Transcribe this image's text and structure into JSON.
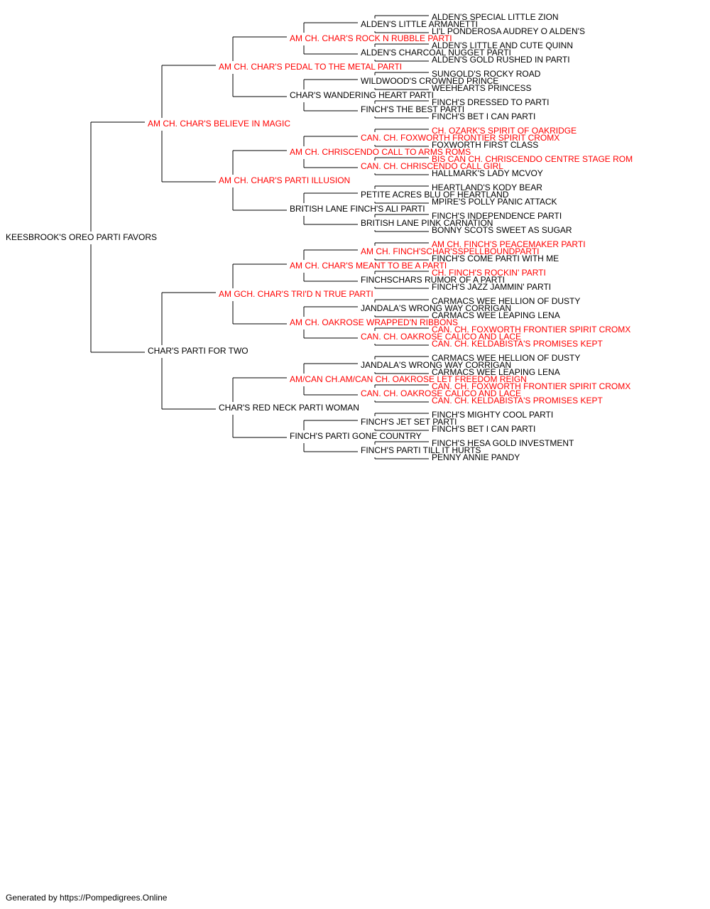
{
  "colors": {
    "champion": "#ff0000",
    "normal": "#000000"
  },
  "footer": "Generated by https://Pompedigrees.Online",
  "tree": {
    "name": "KEESBROOK'S OREO PARTI FAVORS",
    "champion": false,
    "sire": {
      "name": "AM CH. CHAR'S BELIEVE IN MAGIC",
      "champion": true,
      "sire": {
        "name": "AM CH. CHAR'S PEDAL TO THE METAL PARTI",
        "champion": true,
        "sire": {
          "name": "AM CH. CHAR'S ROCK N RUBBLE PARTI",
          "champion": true,
          "sire": {
            "name": "ALDEN'S LITTLE ARMANETTI",
            "champion": false,
            "sire": {
              "name": "ALDEN'S SPECIAL LITTLE ZION",
              "champion": false
            },
            "dam": {
              "name": "LI'L PONDEROSA AUDREY O ALDEN'S",
              "champion": false
            }
          },
          "dam": {
            "name": "ALDEN'S CHARCOAL NUGGET PARTI",
            "champion": false,
            "sire": {
              "name": "ALDEN'S LITTLE AND CUTE QUINN",
              "champion": false
            },
            "dam": {
              "name": "ALDEN'S GOLD RUSHED IN PARTI",
              "champion": false
            }
          }
        },
        "dam": {
          "name": "CHAR'S WANDERING HEART PARTI",
          "champion": false,
          "sire": {
            "name": "WILDWOOD'S CROWNED PRINCE",
            "champion": false,
            "sire": {
              "name": "SUNGOLD'S ROCKY ROAD",
              "champion": false
            },
            "dam": {
              "name": "WEEHEARTS PRINCESS",
              "champion": false
            }
          },
          "dam": {
            "name": "FINCH'S THE BEST PARTI",
            "champion": false,
            "sire": {
              "name": "FINCH'S DRESSED TO PARTI",
              "champion": false
            },
            "dam": {
              "name": "FINCH'S BET I CAN PARTI",
              "champion": false
            }
          }
        }
      },
      "dam": {
        "name": "AM CH. CHAR'S PARTI ILLUSION",
        "champion": true,
        "sire": {
          "name": "AM CH. CHRISCENDO CALL TO ARMS ROMS",
          "champion": true,
          "sire": {
            "name": "CAN. CH. FOXWORTH FRONTIER SPIRIT CROMX",
            "champion": true,
            "sire": {
              "name": "CH. OZARK'S SPIRIT OF OAKRIDGE",
              "champion": true
            },
            "dam": {
              "name": "FOXWORTH FIRST CLASS",
              "champion": false
            }
          },
          "dam": {
            "name": "CAN. CH. CHRISCENDO CALL GIRL",
            "champion": true,
            "sire": {
              "name": "BIS CAN CH. CHRISCENDO CENTRE STAGE ROM",
              "champion": true
            },
            "dam": {
              "name": "HALLMARK'S LADY MCVOY",
              "champion": false
            }
          }
        },
        "dam": {
          "name": "BRITISH LANE FINCH'S ALI PARTI",
          "champion": false,
          "sire": {
            "name": "PETITE ACRES BLU OF HEARTLAND",
            "champion": false,
            "sire": {
              "name": "HEARTLAND'S KODY BEAR",
              "champion": false
            },
            "dam": {
              "name": "MPIRE'S POLLY PANIC ATTACK",
              "champion": false
            }
          },
          "dam": {
            "name": "BRITISH LANE PINK CARNATION",
            "champion": false,
            "sire": {
              "name": "FINCH'S INDEPENDENCE PARTI",
              "champion": false
            },
            "dam": {
              "name": "BONNY SCOTS SWEET AS SUGAR",
              "champion": false
            }
          }
        }
      }
    },
    "dam": {
      "name": "CHAR'S PARTI FOR TWO",
      "champion": false,
      "sire": {
        "name": "AM GCH. CHAR'S TRI'D N TRUE PARTI",
        "champion": true,
        "sire": {
          "name": "AM CH. CHAR'S MEANT TO BE A PARTI",
          "champion": true,
          "sire": {
            "name": "AM CH. FINCH'SCHAR'SSPELLBOUNDPARTI",
            "champion": true,
            "sire": {
              "name": "AM CH. FINCH'S PEACEMAKER PARTI",
              "champion": true
            },
            "dam": {
              "name": "FINCH'S COME PARTI WITH ME",
              "champion": false
            }
          },
          "dam": {
            "name": "FINCHSCHARS RUMOR OF A PARTI",
            "champion": false,
            "sire": {
              "name": "CH. FINCH'S ROCKIN' PARTI",
              "champion": true
            },
            "dam": {
              "name": "FINCH'S JAZZ JAMMIN' PARTI",
              "champion": false
            }
          }
        },
        "dam": {
          "name": "AM CH. OAKROSE WRAPPED'N RIBBONS",
          "champion": true,
          "sire": {
            "name": "JANDALA'S WRONG WAY CORRIGAN",
            "champion": false,
            "sire": {
              "name": "CARMACS WEE HELLION OF DUSTY",
              "champion": false
            },
            "dam": {
              "name": "CARMACS WEE LEAPING LENA",
              "champion": false
            }
          },
          "dam": {
            "name": "CAN. CH. OAKROSE CALICO AND LACE",
            "champion": true,
            "sire": {
              "name": "CAN. CH. FOXWORTH FRONTIER SPIRIT CROMX",
              "champion": true
            },
            "dam": {
              "name": "CAN. CH. KELDABISTA'S PROMISES KEPT",
              "champion": true
            }
          }
        }
      },
      "dam": {
        "name": "CHAR'S RED NECK PARTI WOMAN",
        "champion": false,
        "sire": {
          "name": "AM/CAN CH.AM/CAN CH. OAKROSE LET FREEDOM REIGN",
          "champion": true,
          "sire": {
            "name": "JANDALA'S WRONG WAY CORRIGAN",
            "champion": false,
            "sire": {
              "name": "CARMACS WEE HELLION OF DUSTY",
              "champion": false
            },
            "dam": {
              "name": "CARMACS WEE LEAPING LENA",
              "champion": false
            }
          },
          "dam": {
            "name": "CAN. CH. OAKROSE CALICO AND LACE",
            "champion": true,
            "sire": {
              "name": "CAN. CH. FOXWORTH FRONTIER SPIRIT CROMX",
              "champion": true
            },
            "dam": {
              "name": "CAN. CH. KELDABISTA'S PROMISES KEPT",
              "champion": true
            }
          }
        },
        "dam": {
          "name": "FINCH'S PARTI GONE COUNTRY",
          "champion": false,
          "sire": {
            "name": "FINCH'S JET SET PARTI",
            "champion": false,
            "sire": {
              "name": "FINCH'S MIGHTY COOL PARTI",
              "champion": false
            },
            "dam": {
              "name": "FINCH'S BET I CAN PARTI",
              "champion": false
            }
          },
          "dam": {
            "name": "FINCH'S PARTI TILL IT HURTS",
            "champion": false,
            "sire": {
              "name": "FINCH'S HESA GOLD INVESTMENT",
              "champion": false
            },
            "dam": {
              "name": "PENNY ANNIE PANDY",
              "champion": false
            }
          }
        }
      }
    }
  }
}
